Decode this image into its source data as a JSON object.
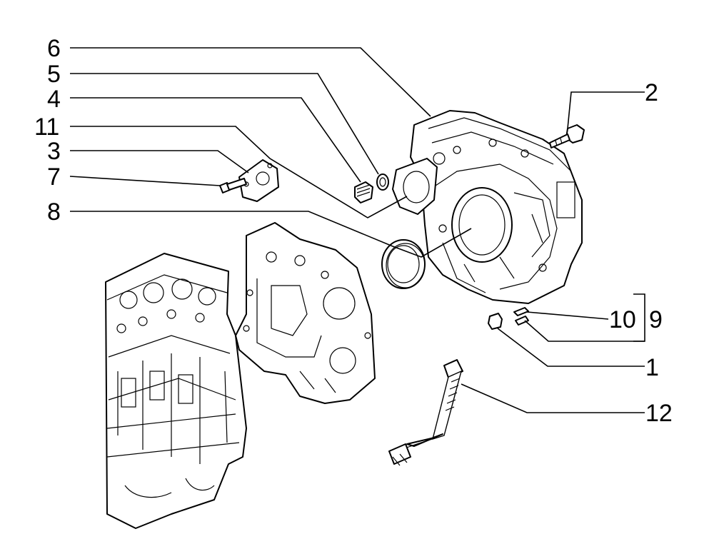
{
  "callouts": {
    "c1": "1",
    "c2": "2",
    "c3": "3",
    "c4": "4",
    "c5": "5",
    "c6": "6",
    "c7": "7",
    "c8": "8",
    "c9": "9",
    "c10": "10",
    "c11": "11",
    "c12": "12"
  },
  "colors": {
    "ink": "#000000",
    "paper": "#ffffff",
    "ghost": "#555555"
  }
}
